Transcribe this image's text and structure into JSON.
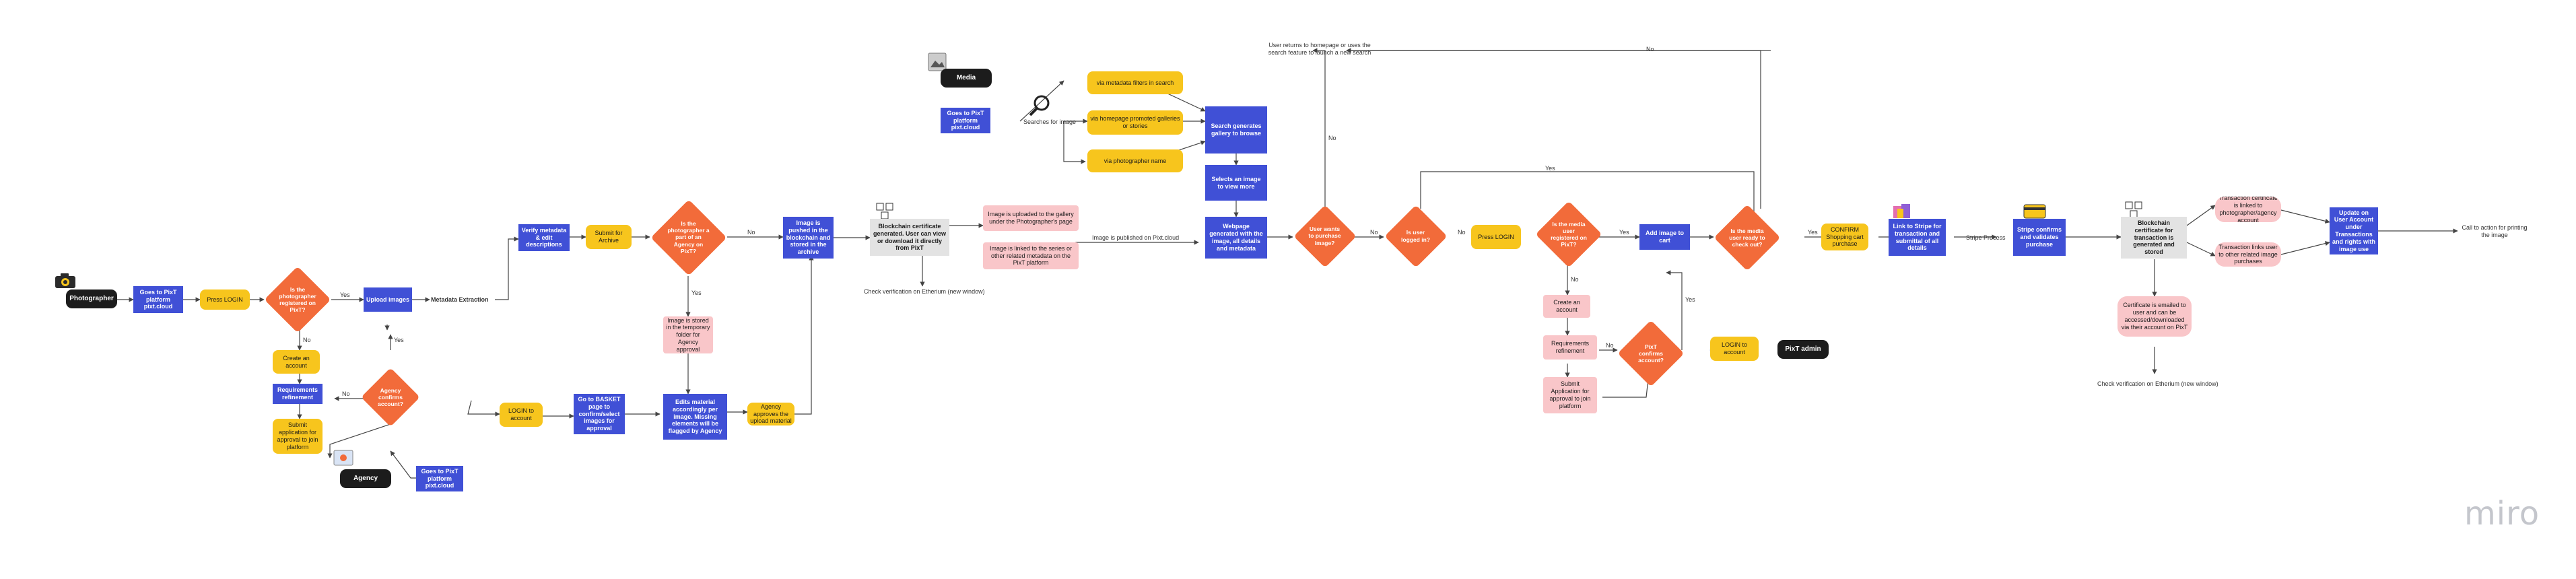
{
  "actors": {
    "photographer": "Photographer",
    "agency": "Agency",
    "media": "Media",
    "pixt_admin": "PixT admin"
  },
  "nodes": {
    "goes_pixt_1": "Goes to PixT platform pixt.cloud",
    "press_login_1": "Press LOGIN",
    "d_registered": "Is the photographer registered on PixT?",
    "upload_images": "Upload images",
    "metadata_extraction": "Metadata Extraction",
    "verify_metadata": "Verify metadata & edit descriptions",
    "submit_archive": "Submit for Archive",
    "d_agency_part": "Is the photographer a part of an Agency on PixT?",
    "pushed_blockchain": "Image is pushed in the blockchain and stored in the archive",
    "blockchain_cert": "Blockchain certificate generated. User can view or download it directly from PixT",
    "check_verification_1": "Check verification on Etherium (new window)",
    "uploaded_gallery": "Image is uploaded to the gallery under the Photographer's page",
    "linked_series": "Image is linked to the series or other related metadata on the PixT platform",
    "published": "Image is published on Pixt.cloud",
    "stored_temp": "Image is stored in the temporary folder for Agency approval",
    "edits_material": "Edits material accordingly per image. Missing elements will be flagged by Agency",
    "agency_approves": "Agency approves the upload material",
    "create_account_1": "Create an account",
    "requirements_1": "Requirements refinement",
    "submit_app_1": "Submit application for approval to join platform",
    "d_agency_account": "Agency confirms account?",
    "login_account_1": "LOGIN to account",
    "go_basket": "Go to BASKET page to confirm/select images for approval",
    "goes_pixt_agency": "Goes to PixT platform pixt.cloud",
    "goes_pixt_media": "Goes to PixT platform pixt.cloud",
    "searches_image": "Searches for image",
    "filter_metadata": "via metadata filters in search",
    "filter_promoted": "via homepage promoted galleries or stories",
    "filter_photographer": "via photographer name",
    "search_generates": "Search generates gallery to browse",
    "selects_image": "Selects an image to view more",
    "webpage_generated": "Webpage generated with the image, all details and metadata",
    "d_user_purchase": "User wants to purchase image?",
    "d_logged_in": "Is user logged in?",
    "press_login_2": "Press LOGIN",
    "d_media_registered": "Is the media user registered on PixT?",
    "add_to_cart": "Add image to cart",
    "d_media_cart": "Is the media user ready to check out?",
    "confirm_cart": "CONFIRM Shopping cart purchase",
    "link_stripe": "Link to Stripe for transaction and submittal of all details",
    "stripe_process": "Stripe Process",
    "stripe_confirms": "Stripe confirms and validates purchase",
    "blockchain_transaction": "Blockchain certificate for transaction is generated and stored",
    "cert_emailed": "Certificate is emailed to user and can be accessed/downloaded via their account on PixT",
    "check_verification_2": "Check verification on Etherium (new window)",
    "trans_cert_linked": "Transaction certificate is linked to photographer/agency account",
    "trans_links_user": "Transaction links user to other related image purchases",
    "update_account": "Update on User Account under Transactions and rights with image use",
    "call_to_action": "Call to action for printing the image",
    "user_returns": "User returns to homepage or uses the search feature to launch a new search",
    "create_account_2": "Create an account",
    "requirements_2": "Requirements refinement",
    "submit_app_2": "Submit Application for approval to join platform",
    "d_pixt_confirms": "PixT confirms account?",
    "login_account_2": "LOGIN to account"
  },
  "edge_labels": {
    "yes": "Yes",
    "no": "No"
  },
  "watermark": "miro",
  "colors": {
    "blue": "#4050d6",
    "yellow": "#f7c51d",
    "orange": "#f26b3a",
    "pink": "#f9c6c9",
    "black": "#1c1c1c",
    "grey": "#e3e3e3",
    "line": "#444444"
  }
}
